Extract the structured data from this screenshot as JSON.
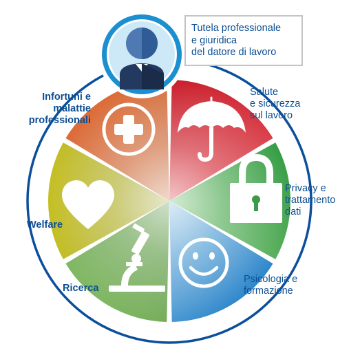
{
  "center_callout": {
    "lines": [
      "Tutela professionale",
      "e giuridica",
      "del datore di lavoro"
    ]
  },
  "segments": [
    {
      "label_lines": [
        "Salute",
        "e sicurezza",
        "sul lavoro"
      ],
      "icon": "umbrella-icon",
      "color": "#d63a3f"
    },
    {
      "label_lines": [
        "Privacy e",
        "trattamento",
        "dati"
      ],
      "icon": "padlock-icon",
      "color": "#47a44a"
    },
    {
      "label_lines": [
        "Psicologia e",
        "formazione"
      ],
      "icon": "smiley-icon",
      "color": "#2f8fd3"
    },
    {
      "label_lines": [
        "Ricerca"
      ],
      "icon": "microscope-icon",
      "color": "#79b45a"
    },
    {
      "label_lines": [
        "Welfare"
      ],
      "icon": "heart-icon",
      "color": "#c9c131"
    },
    {
      "label_lines": [
        "Infortuni e",
        "malattie",
        "professionali"
      ],
      "icon": "medical-cross-icon",
      "color": "#d9703f"
    }
  ],
  "colors": {
    "ring": "#0b4f9c",
    "label_text": "#0c4f93",
    "avatar_ring": "#1b8fd0",
    "avatar_fill": "#cde9f7"
  }
}
